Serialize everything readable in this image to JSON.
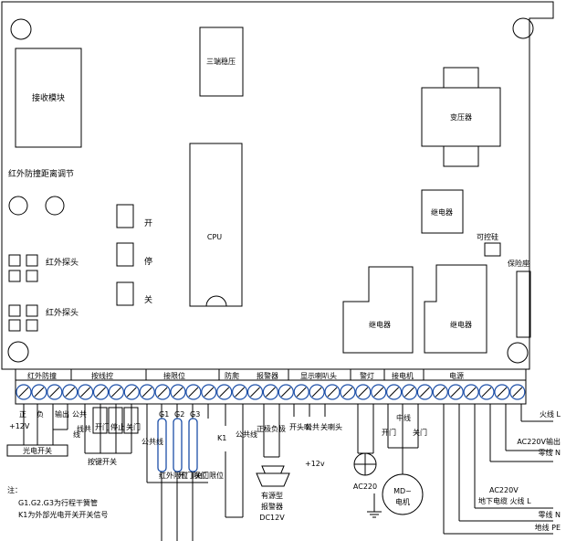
{
  "board": {
    "receiver": "接收模块",
    "ir_adjust": "红外防撞距离调节",
    "ir_probe_1": "红外探头",
    "ir_probe_2": "红外探头",
    "btn_open": "开",
    "btn_stop": "停",
    "btn_close": "关",
    "regulator": "三端稳压",
    "cpu": "CPU",
    "transformer": "变压器",
    "relay_top": "继电器",
    "thyristor": "可控硅",
    "fuse": "保险座",
    "relay_left": "继电器",
    "relay_right": "继电器"
  },
  "terminals": {
    "groups": [
      "红外防撞",
      "按线控",
      "接限位",
      "防爬",
      "报警器",
      "显示喇叭头",
      "警灯",
      "接电机",
      "电源"
    ],
    "count": 33,
    "ir": {
      "positive": "正",
      "negative": "负",
      "output": "输出",
      "common": "公共",
      "v12": "+12V",
      "wire": "线",
      "photo_switch": "光电开关"
    },
    "wire_control": {
      "common": "线共",
      "open": "开门",
      "stop": "停止",
      "close": "关门",
      "switch": "按键开关"
    },
    "limit": {
      "g1": "G1",
      "g2": "G2",
      "g3": "G3",
      "common": "公共线",
      "ir": "红外限位",
      "open": "开门限位",
      "close": "关门限位"
    },
    "anti_climb": {
      "k1": "K1",
      "common": "公共线"
    },
    "alarm": {
      "positive": "正极",
      "negative": "负极",
      "type": "有源型",
      "name": "报警器",
      "voltage": "DC12V"
    },
    "display": {
      "open": "开头喇",
      "common": "公共",
      "close": "关喇头",
      "v12": "+12v"
    },
    "lamp": {
      "voltage": "AC220"
    },
    "motor": {
      "neutral": "中线",
      "open": "开门",
      "close": "关门",
      "name": "MD~",
      "label": "电机"
    }
  },
  "power": {
    "live": "火线 L",
    "ac_out": "AC220V输出",
    "neutral_out": "零线 N",
    "ac_in": "AC220V",
    "live_in": "地下电缆 火线 L",
    "neutral_in": "零线 N",
    "earth": "地线 PE"
  },
  "notes": {
    "title": "注：",
    "line1": "G1.G2.G3为行程干簧管",
    "line2": "K1为外部光电开关开关信号"
  }
}
